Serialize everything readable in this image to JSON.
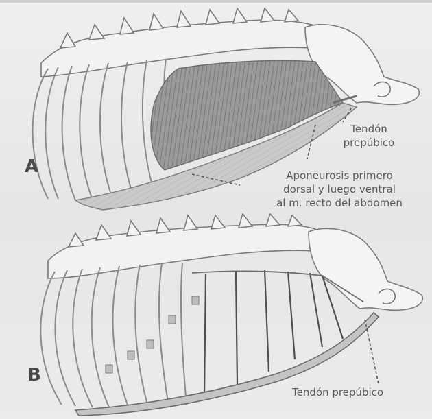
{
  "figure": {
    "panel_a": {
      "letter": "A",
      "tendon_label": [
        "Tendón",
        "prepúbico"
      ],
      "aponeurosis_label": [
        "Aponeurosis primero",
        "dorsal y luego ventral",
        "al m. recto del abdomen"
      ]
    },
    "panel_b": {
      "letter": "B",
      "tendon_label": "Tendón prepúbico"
    }
  },
  "colors": {
    "background": "#e9e9e9",
    "line": "#6e6e6e",
    "muscle": "#8c8c8c",
    "text": "#5a5a5a"
  }
}
